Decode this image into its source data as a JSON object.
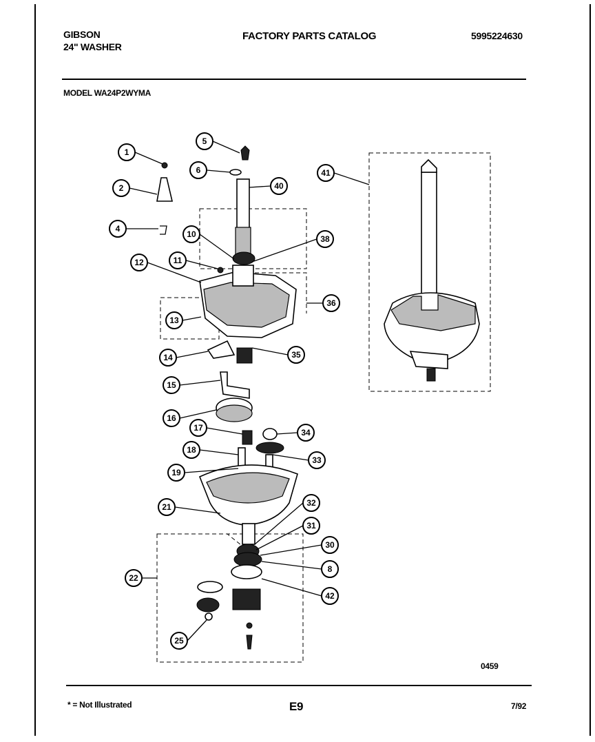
{
  "header": {
    "brand": "GIBSON",
    "product": "24\" WASHER",
    "catalog_title": "FACTORY PARTS CATALOG",
    "catalog_number": "5995224630",
    "model": "MODEL WA24P2WYMA"
  },
  "diagram": {
    "callouts": [
      "1",
      "2",
      "4",
      "5",
      "6",
      "40",
      "10",
      "11",
      "12",
      "38",
      "13",
      "36",
      "14",
      "35",
      "41",
      "15",
      "16",
      "17",
      "34",
      "18",
      "33",
      "19",
      "21",
      "32",
      "31",
      "30",
      "8",
      "22",
      "42",
      "25"
    ],
    "figure_code": "0459"
  },
  "footer": {
    "note": "* = Not Illustrated",
    "page": "E9",
    "date": "7/92"
  }
}
